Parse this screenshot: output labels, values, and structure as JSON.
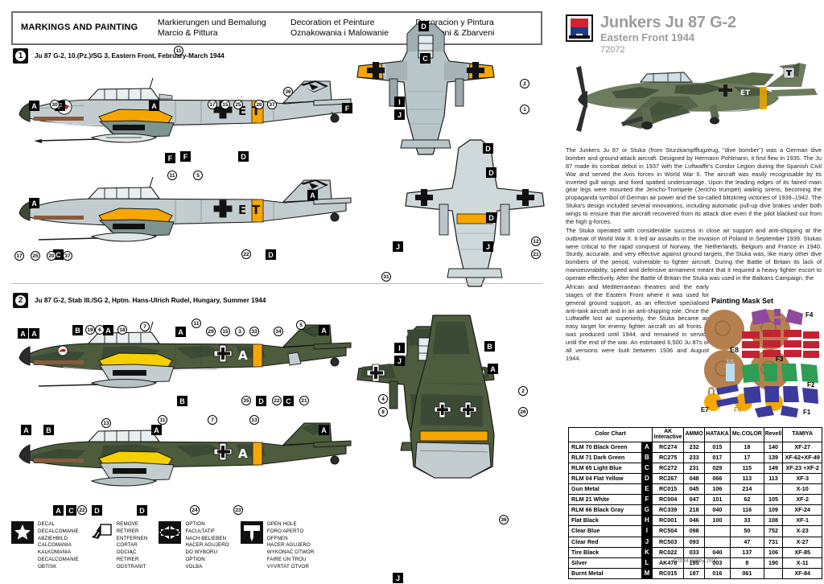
{
  "header": {
    "en_title": "MARKINGS AND PAINTING",
    "de_line1": "Markierungen und Bemalung",
    "de_line2": "Marcio & Pittura",
    "fr_line1": "Decoration et Peinture",
    "fr_line2": "Oznakowania i Malowanie",
    "es_line1": "Decoracion y Pintura",
    "es_line2": "Označeni & Zbarveni"
  },
  "brand": {
    "logo_name": "hobby-2000-logo",
    "kit_name": "Junkers Ju 87 G-2",
    "subtitle": "Eastern Front 1944",
    "kit_number": "72072"
  },
  "history": {
    "para1": "The Junkers Ju 87 or Stuka (from Sturzkampfflugzeug, \"dive bomber\") was a German dive bomber and ground-attack aircraft. Designed by Hermann Pohlmann, it first flew in 1935. The Ju 87 made its combat debut in 1937 with the Luftwaffe's Condor Legion during the Spanish Civil War and served the Axis forces in World War II. The aircraft was easily recognisable by its inverted gull wings and fixed spatted undercarriage. Upon the leading edges of its faired main gear legs were mounted the Jericho-Trompete (Jericho trumpet) wailing sirens, becoming the propaganda symbol of German air power and the so-called blitzkrieg victories of 1939–1942. The Stuka's design included several innovations, including automatic pull-up dive brakes under both wings to ensure that the aircraft recovered from its attack dive even if the pilot blacked out from the high g-forces.",
    "para2": "The Stuka operated with considerable success in close air support and anti-shipping at the outbreak of World War II. It led air assaults in the invasion of Poland in September 1939. Stukas were critical to the rapid conquest of Norway, the Netherlands, Belgium and France in 1940. Sturdy, accurate, and very effective against ground targets, the Stuka was, like many other dive bombers of the period, vulnerable to fighter aircraft. During the Battle of Britain its lack of manoeuvrability, speed and defensive armament meant that it required a heavy fighter escort to operate effectively. After the Battle of Britain the Stuka was used in the Balkans Campaign, the",
    "para3": "African and Mediterranean theatres and the early stages of the Eastern Front where it was used for general ground support, as an effective specialised anti-tank aircraft and in an anti-shipping role. Once the Luftwaffe lost air superiority, the Stuka became an easy target for enemy fighter aircraft on all fronts. It was produced until 1944, and remained in service until the end of the war. An estimated 6,500 Ju 87s of all versions were built between 1936 and August 1944."
  },
  "mask_set": {
    "title": "Painting Mask Set",
    "labels": [
      "E8",
      "E7",
      "F6",
      "F5",
      "F4",
      "F3",
      "F2",
      "F1"
    ],
    "colors": {
      "wheel": "#b5804f",
      "yellow": "#f5a700",
      "purple": "#8e4a9e",
      "red": "#c42233",
      "green": "#2e9e54",
      "blue": "#3b3b9e",
      "lightblue": "#bcdcf2"
    }
  },
  "schemes": [
    {
      "badge": "1",
      "caption": "Ju 87 G-2, 10.(Pz.)/SG 3, Eastern Front, February-March 1944"
    },
    {
      "badge": "2",
      "caption": "Ju 87 G-2, Stab III./SG 2, Hptm. Hans-Ulrich Rudel, Hungary, Summer 1944"
    }
  ],
  "color_chart": {
    "title": "Color Chart",
    "columns": [
      "AK Interactive",
      "AMMO",
      "HATAKA",
      "Mc.COLOR",
      "Revell",
      "TAMIYA"
    ],
    "col_ak_l1": "AK",
    "col_ak_l2": "Interactive",
    "rows": [
      {
        "name": "RLM 70 Black Green",
        "letter": "A",
        "ak": "RC274",
        "ammo": "232",
        "hataka": "015",
        "mc": "18",
        "revell": "140",
        "tamiya": "XF-27"
      },
      {
        "name": "RLM 71 Dark Green",
        "letter": "B",
        "ak": "RC275",
        "ammo": "233",
        "hataka": "017",
        "mc": "17",
        "revell": "139",
        "tamiya": "XF-62+XF-49"
      },
      {
        "name": "RLM 65 Light Blue",
        "letter": "C",
        "ak": "RC272",
        "ammo": "231",
        "hataka": "029",
        "mc": "115",
        "revell": "149",
        "tamiya": "XF-23 +XF-2"
      },
      {
        "name": "RLM 04 Flat Yellow",
        "letter": "D",
        "ak": "RC267",
        "ammo": "048",
        "hataka": "066",
        "mc": "113",
        "revell": "113",
        "tamiya": "XF-3"
      },
      {
        "name": "Gun Metal",
        "letter": "E",
        "ak": "RC015",
        "ammo": "045",
        "hataka": "106",
        "mc": "214",
        "revell": "",
        "tamiya": "X-10"
      },
      {
        "name": "RLM 21 White",
        "letter": "F",
        "ak": "RC004",
        "ammo": "047",
        "hataka": "101",
        "mc": "62",
        "revell": "105",
        "tamiya": "XF-2"
      },
      {
        "name": "RLM 66 Black Gray",
        "letter": "G",
        "ak": "RC339",
        "ammo": "218",
        "hataka": "040",
        "mc": "116",
        "revell": "109",
        "tamiya": "XF-24"
      },
      {
        "name": "Flat Black",
        "letter": "H",
        "ak": "RC001",
        "ammo": "046",
        "hataka": "100",
        "mc": "33",
        "revell": "108",
        "tamiya": "XF-1"
      },
      {
        "name": "Clear Blue",
        "letter": "I",
        "ak": "RC504",
        "ammo": "098",
        "hataka": "",
        "mc": "50",
        "revell": "752",
        "tamiya": "X-23"
      },
      {
        "name": "Clear Red",
        "letter": "J",
        "ak": "RC503",
        "ammo": "093",
        "hataka": "",
        "mc": "47",
        "revell": "731",
        "tamiya": "X-27"
      },
      {
        "name": "Tire Black",
        "letter": "K",
        "ak": "RC022",
        "ammo": "033",
        "hataka": "040",
        "mc": "137",
        "revell": "106",
        "tamiya": "XF-85"
      },
      {
        "name": "Silver",
        "letter": "L",
        "ak": "AK478",
        "ammo": "195",
        "hataka": "003",
        "mc": "8",
        "revell": "190",
        "tamiya": "X-11"
      },
      {
        "name": "Burnt Metal",
        "letter": "M",
        "ak": "RC015",
        "ammo": "187",
        "hataka": "016",
        "mc": "061",
        "revell": "",
        "tamiya": "XF-84"
      }
    ],
    "copyright": "©2024 Hobby 2000"
  },
  "legend": [
    {
      "icon": "star-decal-icon",
      "lines": [
        "DECAL",
        "DECALCOMANIE",
        "ABZIEHBILD",
        "CALCOMANIA",
        "KALKOMANIA",
        "DECALCOMANIE",
        "OBTISK"
      ]
    },
    {
      "icon": "remove-saw-icon",
      "lines": [
        "REMOVE",
        "RETIRER",
        "ENTFERNEN",
        "CORTAR",
        "ODCIĄĆ",
        "RETIRER",
        "ODSTRANIT"
      ]
    },
    {
      "icon": "option-arrows-icon",
      "lines": [
        "OPTION",
        "FACULTATIF",
        "NACH BELIEBEN",
        "HACER AGUJERO",
        "DO WYBORU",
        "OPTION",
        "VOLBA"
      ]
    },
    {
      "icon": "open-hole-drill-icon",
      "lines": [
        "OPEN HOLE",
        "FORO APERTO",
        "OFFNEN",
        "HACER AGUJERO",
        "WYKONAĆ OTWÓR",
        "FAIRE UN TROU",
        "VYVRTAT OTVOR"
      ]
    }
  ],
  "palette": {
    "black_green": "#3b4a35",
    "dark_green": "#4d5c3c",
    "light_blue": "#b9c6c9",
    "flat_yellow": "#f5a700",
    "white": "#ffffff",
    "grey_blue": "#9fb0b3",
    "teal": "#7d9490",
    "brown": "#8a5a3c"
  }
}
